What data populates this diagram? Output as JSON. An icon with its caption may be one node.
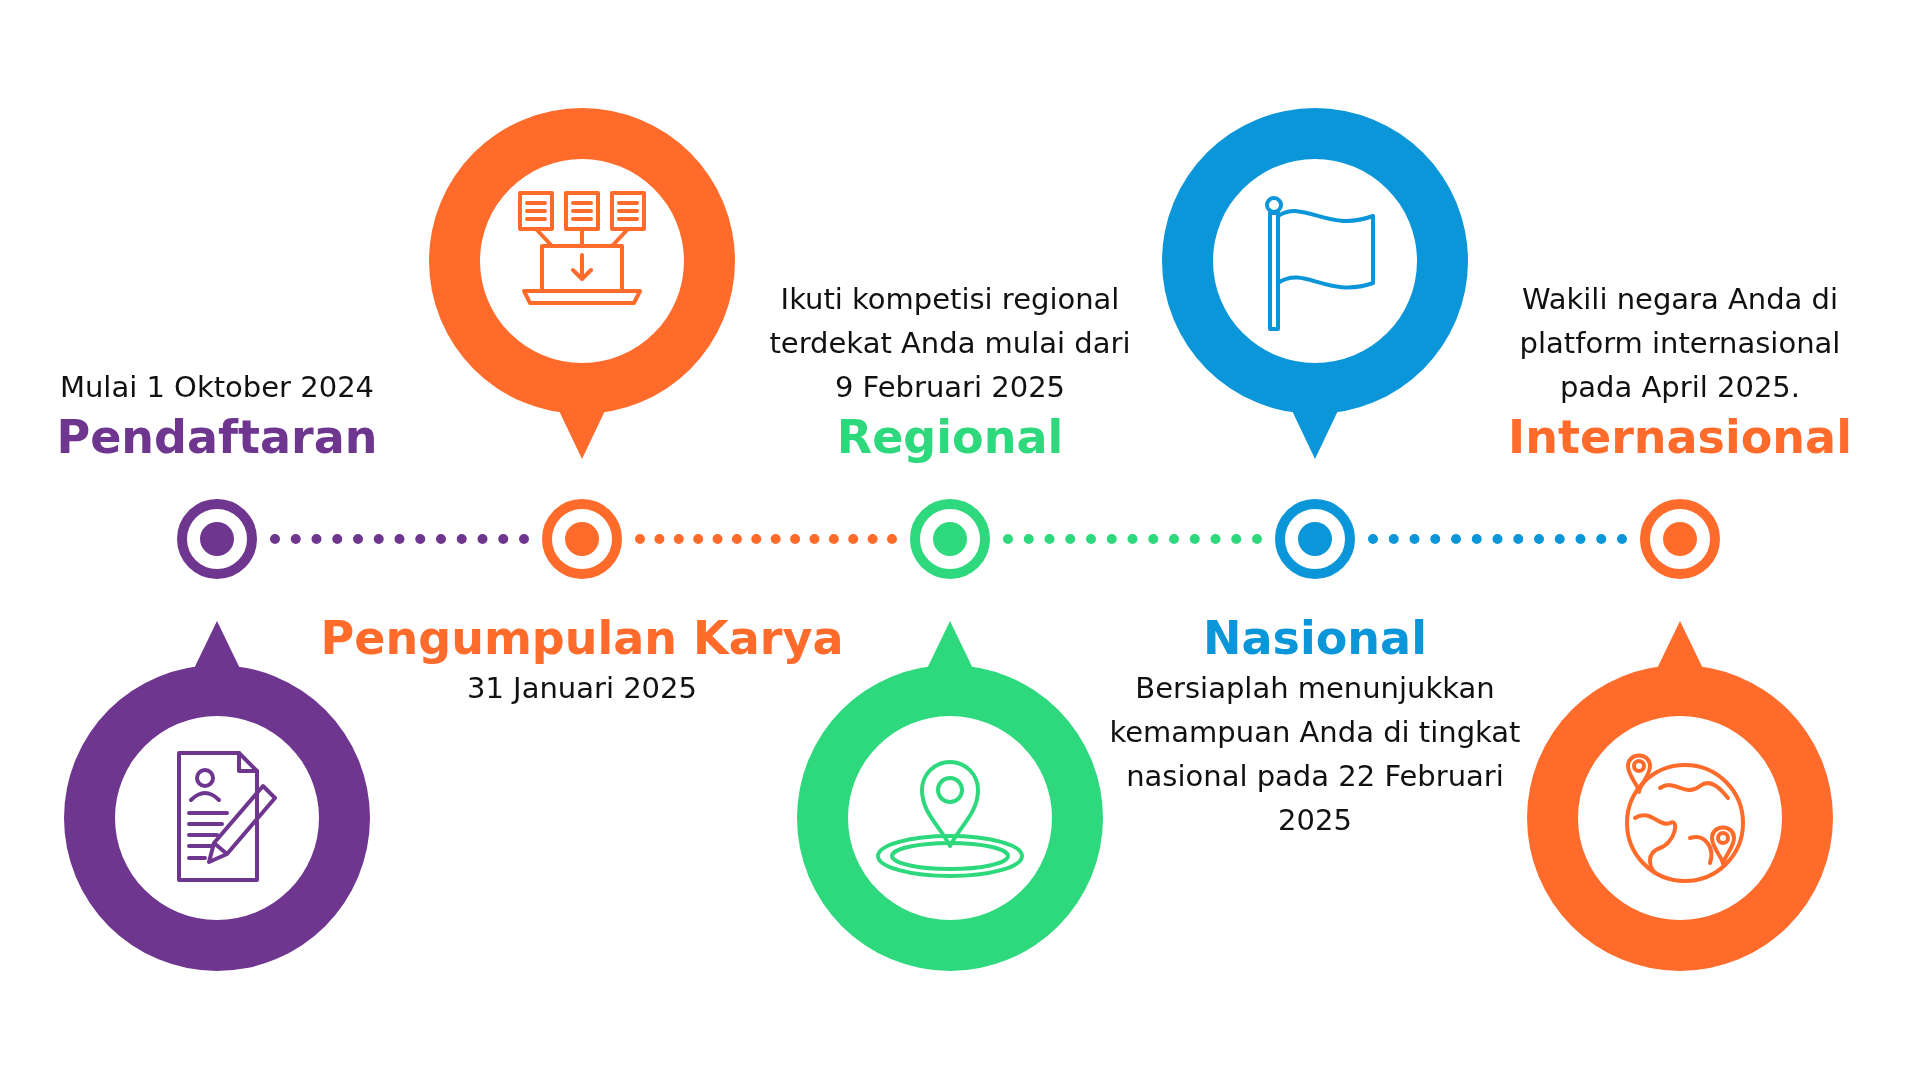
{
  "diagram": {
    "nodes": [
      {
        "text": [],
        "shape": "circle",
        "beside": [
          "Mulai 1 Oktober 2024",
          "Pendaftaran"
        ]
      },
      {
        "text": [],
        "shape": "circle",
        "beside": [
          "Pengumpulan Karya",
          "31 Januari 2025"
        ]
      },
      {
        "text": [],
        "shape": "circle",
        "beside": [
          "Ikuti kompetisi regional terdekat Anda mulai dari 9 Februari 2025",
          "Regional"
        ]
      },
      {
        "text": [],
        "shape": "circle",
        "beside": [
          "Nasional",
          "Bersiaplah menunjukkan kemampuan Anda di tingkat nasional pada 22 Februari 2025"
        ]
      },
      {
        "text": [],
        "shape": "circle",
        "beside": [
          "Wakili negara Anda di platform internasional pada April 2025.",
          "Internasional"
        ]
      }
    ],
    "edges": [
      {
        "from": 0,
        "to": 1,
        "arrow": "none",
        "color": "#6f368f"
      },
      {
        "from": 1,
        "to": 2,
        "arrow": "none",
        "color": "#ff6b2b"
      },
      {
        "from": 2,
        "to": 3,
        "arrow": "none",
        "color": "#2ed87c"
      },
      {
        "from": 3,
        "to": 4,
        "arrow": "none",
        "color": "#0a96d8"
      }
    ]
  }
}
